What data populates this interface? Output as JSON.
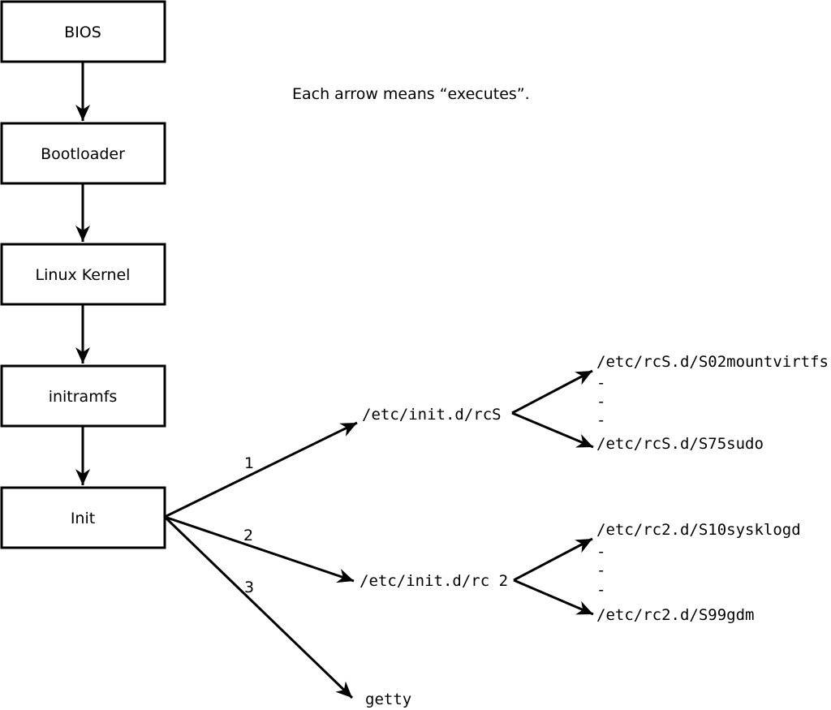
{
  "caption": "Each arrow means “executes”.",
  "nodes": {
    "bios": "BIOS",
    "bootloader": "Bootloader",
    "kernel": "Linux Kernel",
    "initramfs": "initramfs",
    "init": "Init"
  },
  "branches": {
    "one": {
      "label": "1",
      "target": "/etc/init.d/rcS"
    },
    "two": {
      "label": "2",
      "target": "/etc/init.d/rc 2"
    },
    "three": {
      "label": "3",
      "target": "getty"
    }
  },
  "rcs_children": {
    "first": "/etc/rcS.d/S02mountvirtfs",
    "dashes": [
      "-",
      "-",
      "-"
    ],
    "last": "/etc/rcS.d/S75sudo"
  },
  "rc2_children": {
    "first": "/etc/rc2.d/S10sysklogd",
    "dashes": [
      "-",
      "-",
      "-"
    ],
    "last": "/etc/rc2.d/S99gdm"
  },
  "colors": {
    "line": "#000000",
    "background": "#ffffff"
  }
}
